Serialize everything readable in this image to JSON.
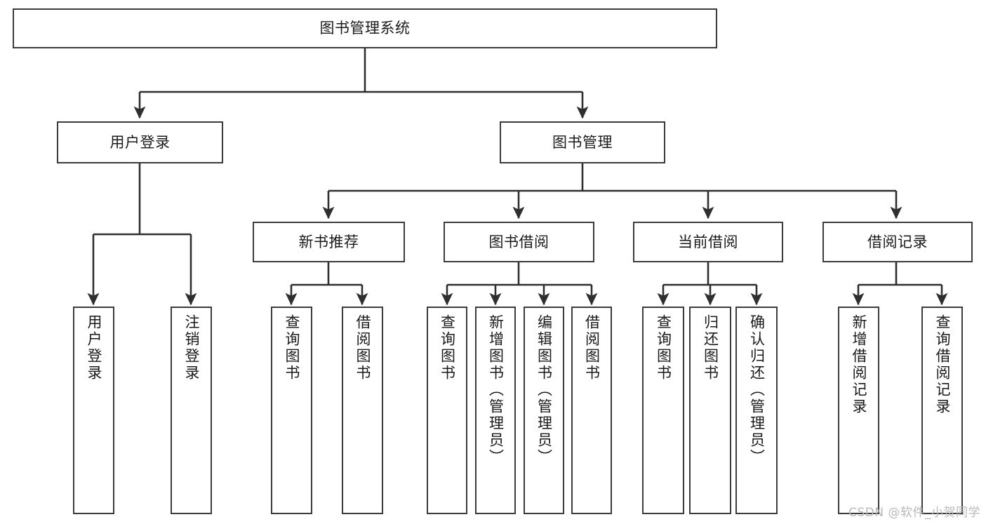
{
  "diagram": {
    "title": "图书管理系统",
    "watermark": "CSDN @软件_小贺同学",
    "colors": {
      "background": "#ffffff",
      "node_border": "#3b3b3b",
      "edge": "#2f2f2f",
      "text": "#1a1a1a",
      "watermark": "#b9b9b9"
    },
    "nodes": {
      "root": {
        "label": "图书管理系统"
      },
      "level1": [
        {
          "id": "user-login",
          "label": "用户登录"
        },
        {
          "id": "book-management",
          "label": "图书管理"
        }
      ],
      "level2": [
        {
          "id": "new-book-recommend",
          "label": "新书推荐"
        },
        {
          "id": "book-borrow",
          "label": "图书借阅"
        },
        {
          "id": "current-borrow",
          "label": "当前借阅"
        },
        {
          "id": "borrow-record",
          "label": "借阅记录"
        }
      ],
      "leaves": {
        "user-login": [
          {
            "id": "leaf-user-login",
            "label": "用户登录"
          },
          {
            "id": "leaf-user-logout",
            "label": "注销登录"
          }
        ],
        "new-book-recommend": [
          {
            "id": "leaf-query-book-1",
            "label": "查询图书"
          },
          {
            "id": "leaf-borrow-book-1",
            "label": "借阅图书"
          }
        ],
        "book-borrow": [
          {
            "id": "leaf-query-book-2",
            "label": "查询图书"
          },
          {
            "id": "leaf-add-book",
            "label": "新增图书（管理员）"
          },
          {
            "id": "leaf-edit-book",
            "label": "编辑图书（管理员）"
          },
          {
            "id": "leaf-borrow-book-2",
            "label": "借阅图书"
          }
        ],
        "current-borrow": [
          {
            "id": "leaf-query-book-3",
            "label": "查询图书"
          },
          {
            "id": "leaf-return-book",
            "label": "归还图书"
          },
          {
            "id": "leaf-confirm-return",
            "label": "确认归还（管理员）"
          }
        ],
        "borrow-record": [
          {
            "id": "leaf-add-record",
            "label": "新增借阅记录"
          },
          {
            "id": "leaf-query-record",
            "label": "查询借阅记录"
          }
        ]
      }
    }
  }
}
